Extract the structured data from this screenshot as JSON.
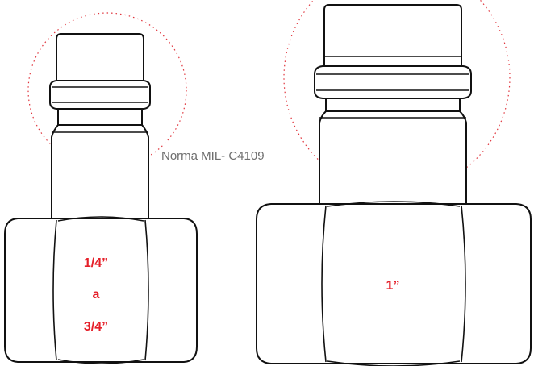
{
  "standard_label": "Norma MIL- C4109",
  "left_fitting": {
    "size_from": "1/4”",
    "size_joiner": "a",
    "size_to": "3/4”"
  },
  "right_fitting": {
    "size": "1”"
  },
  "colors": {
    "label_red": "#e5202a",
    "circle_red": "#e0343c",
    "outline": "#111111",
    "standard_gray": "#6e6e6e"
  }
}
